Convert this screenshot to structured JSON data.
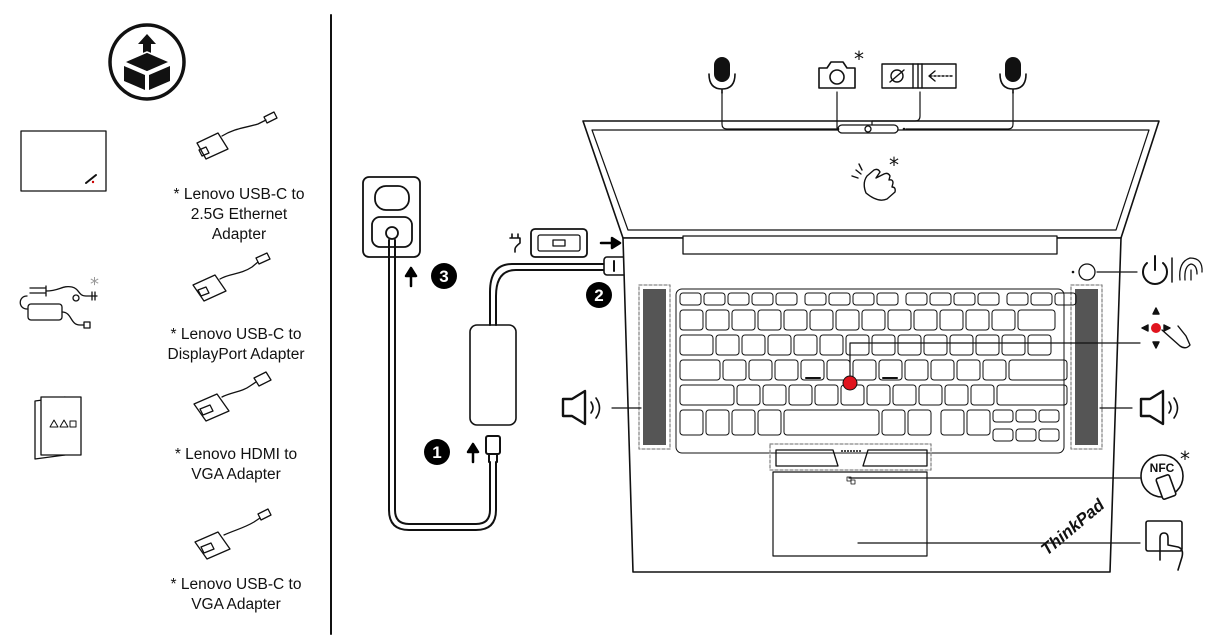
{
  "accessories": [
    {
      "name": "ethernet",
      "lines": [
        "* Lenovo USB-C to",
        "2.5G Ethernet",
        "Adapter"
      ]
    },
    {
      "name": "displayport",
      "lines": [
        "* Lenovo USB-C to",
        "DisplayPort Adapter"
      ]
    },
    {
      "name": "hdmi-vga",
      "lines": [
        "* Lenovo HDMI to",
        "VGA Adapter"
      ]
    },
    {
      "name": "usbc-vga",
      "lines": [
        "* Lenovo USB-C to",
        "VGA Adapter"
      ]
    }
  ],
  "setup_steps": [
    "1",
    "2",
    "3"
  ],
  "optional_mark": "*",
  "nfc_label": "NFC",
  "brand_logo": "ThinkPad",
  "colors": {
    "line": "#111111",
    "trackpoint": "#e0141e",
    "gray": "#888888",
    "arrow": "#000000"
  }
}
